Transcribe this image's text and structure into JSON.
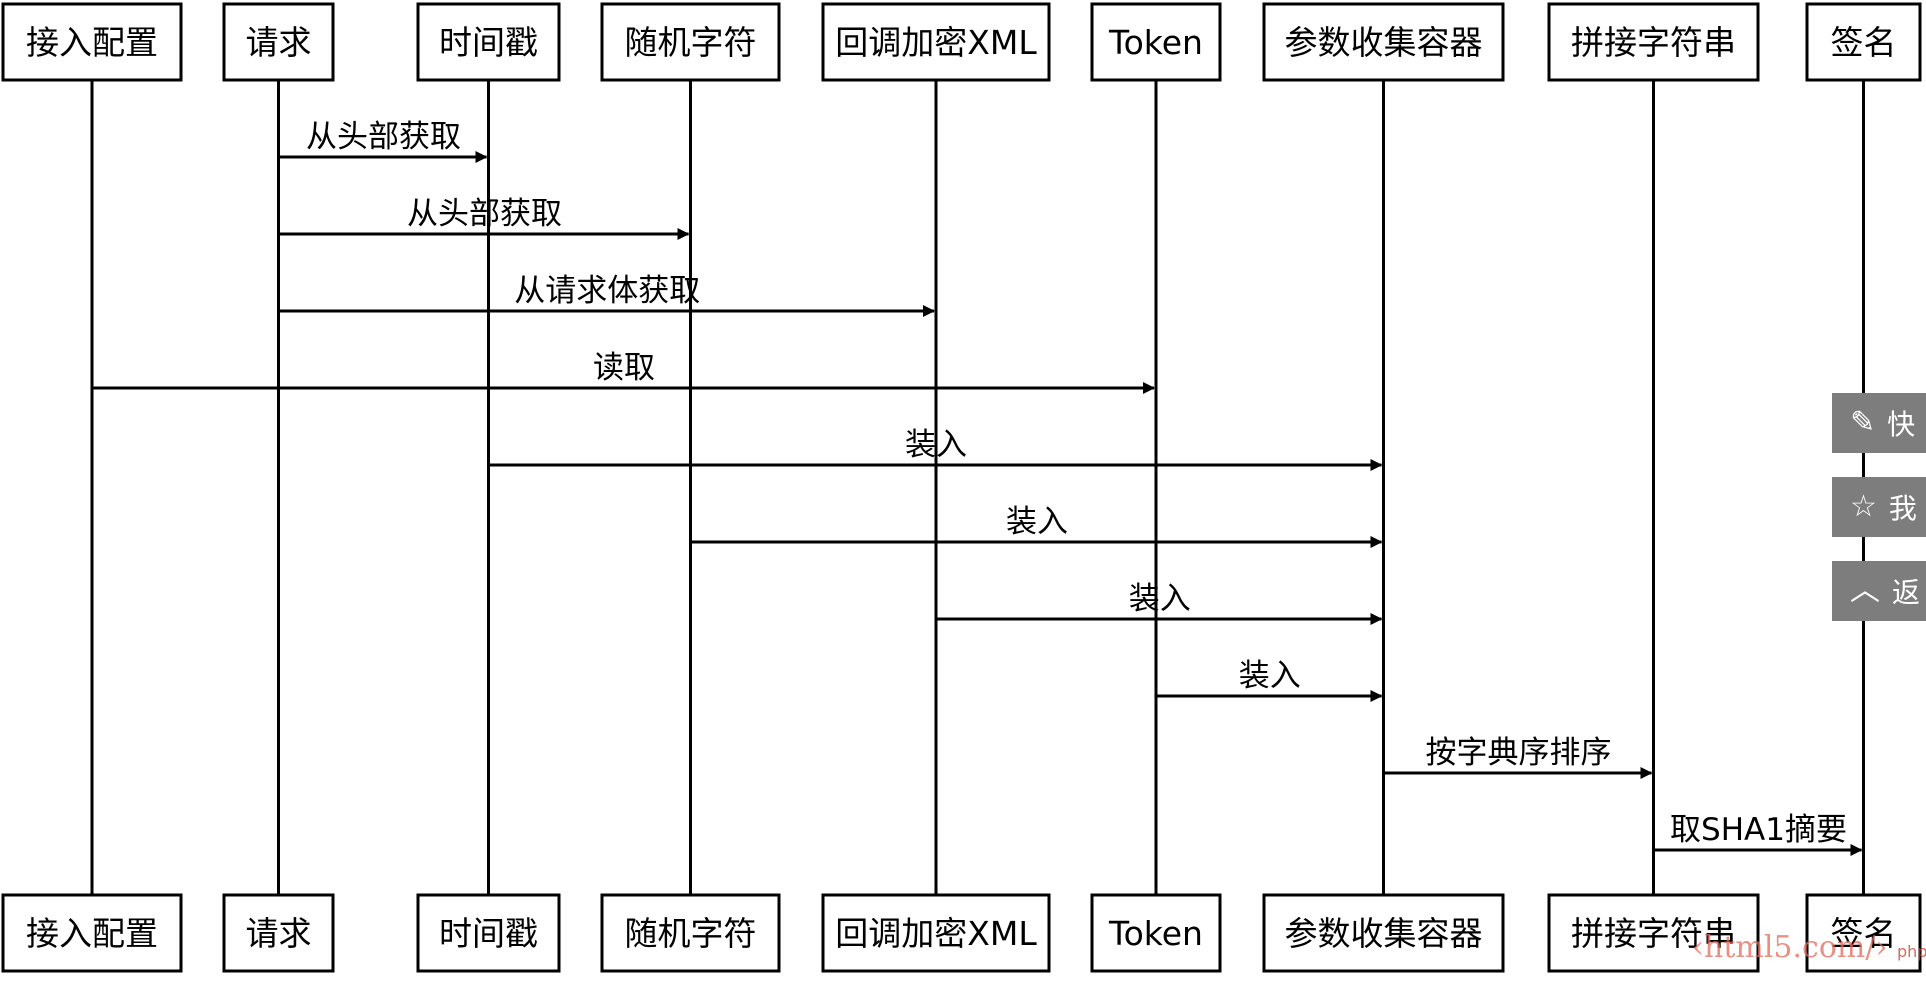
{
  "participants": [
    "接入配置",
    "请求",
    "时间戳",
    "随机字符",
    "回调加密XML",
    "Token",
    "参数收集容器",
    "拼接字符串",
    "签名"
  ],
  "messages": [
    {
      "from": 1,
      "to": 2,
      "label": "从头部获取"
    },
    {
      "from": 1,
      "to": 3,
      "label": "从头部获取"
    },
    {
      "from": 1,
      "to": 4,
      "label": "从请求体获取"
    },
    {
      "from": 0,
      "to": 5,
      "label": "读取"
    },
    {
      "from": 2,
      "to": 6,
      "label": "装入"
    },
    {
      "from": 3,
      "to": 6,
      "label": "装入"
    },
    {
      "from": 4,
      "to": 6,
      "label": "装入"
    },
    {
      "from": 5,
      "to": 6,
      "label": "装入"
    },
    {
      "from": 6,
      "to": 7,
      "label": "按字典序排序"
    },
    {
      "from": 7,
      "to": 8,
      "label": "取SHA1摘要"
    }
  ],
  "side_buttons": [
    {
      "icon": "pencil-icon",
      "glyph": "✎",
      "label": "快"
    },
    {
      "icon": "star-icon",
      "glyph": "☆",
      "label": "我"
    },
    {
      "icon": "chevron-up-icon",
      "glyph": "︿",
      "label": "返"
    }
  ],
  "watermark": {
    "text": "‹html5.com/›",
    "sub": "php中文网"
  }
}
